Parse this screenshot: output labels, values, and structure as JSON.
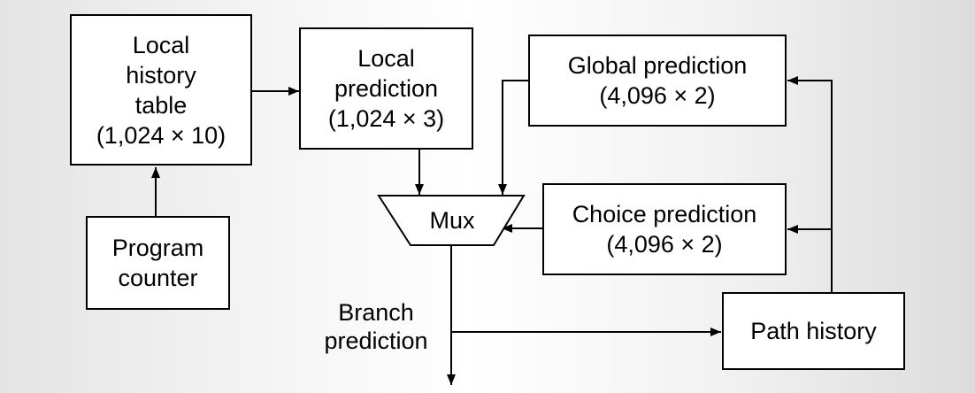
{
  "diagram": {
    "nodes": {
      "local_history": "Local\nhistory\ntable\n(1,024 × 10)",
      "program_counter": "Program\ncounter",
      "local_prediction": "Local\nprediction\n(1,024 × 3)",
      "global_prediction": "Global prediction\n(4,096 × 2)",
      "choice_prediction": "Choice prediction\n(4,096 × 2)",
      "mux": "Mux",
      "path_history": "Path history"
    },
    "labels": {
      "branch_prediction": "Branch\nprediction"
    }
  }
}
